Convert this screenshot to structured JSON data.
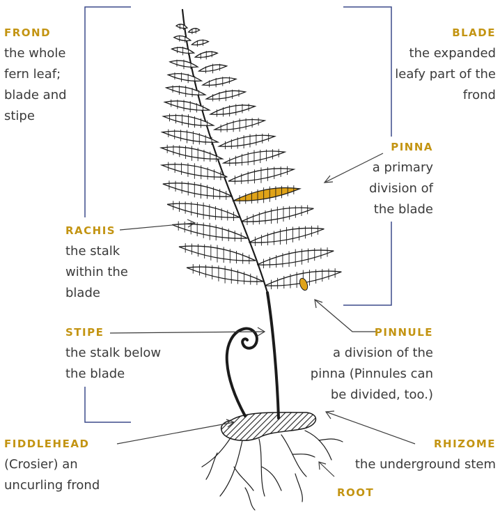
{
  "colors": {
    "accent": "#c39412",
    "text": "#3a3a3a",
    "bracket": "#3b4a8a",
    "ink": "#1b1b1b",
    "highlight": "#e0a318"
  },
  "labels": {
    "frond": {
      "title": "FROND",
      "text": "the whole fern leaf; blade and stipe"
    },
    "blade": {
      "title": "BLADE",
      "text": "the expanded leafy part of the frond"
    },
    "pinna": {
      "title": "PINNA",
      "text": "a primary division of the blade"
    },
    "rachis": {
      "title": "RACHIS",
      "text": "the stalk within the blade"
    },
    "stipe": {
      "title": "STIPE",
      "text": "the stalk below the blade"
    },
    "pinnule": {
      "title": "PINNULE",
      "text": "a division of the pinna (Pinnules can be divided, too.)"
    },
    "fiddlehead": {
      "title": "FIDDLEHEAD",
      "text": "(Crosier) an uncurling frond"
    },
    "rhizome": {
      "title": "RHIZOME",
      "text": "the underground stem"
    },
    "root": {
      "title": "ROOT"
    }
  }
}
